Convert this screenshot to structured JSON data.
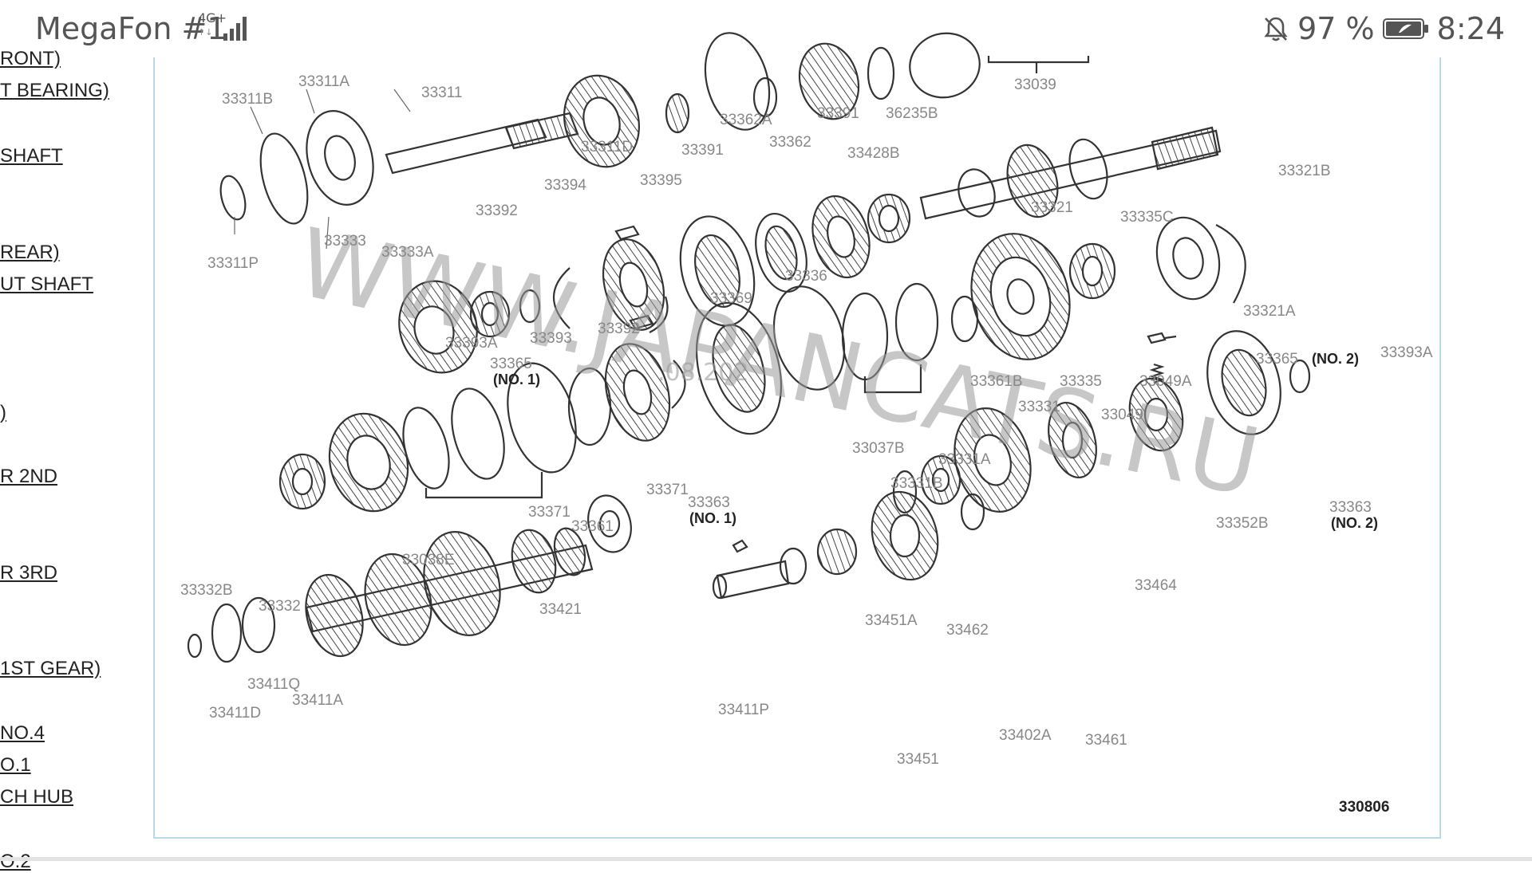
{
  "status_bar": {
    "carrier": "MegaFon #1",
    "network": "4G+",
    "network_sub": "↑↓",
    "battery_percent": "97 %",
    "time": "8:24",
    "icons": [
      "signal-bars-icon",
      "bell-off-icon",
      "battery-icon"
    ]
  },
  "left_links": [
    "RONT)",
    "T BEARING)",
    "SHAFT",
    "REAR)",
    "UT SHAFT",
    ")",
    "R 2ND",
    "R 3RD",
    "1ST GEAR)",
    "NO.4",
    "O.1",
    "CH HUB",
    "O.2"
  ],
  "diagram": {
    "figure_number": "330806",
    "watermark": "WWW.JAPANCATS.RU",
    "watermark_date": ".08.202",
    "parts": {
      "p33311B": "33311B",
      "p33311A": "33311A",
      "p33311": "33311",
      "p33311D": "33311D",
      "p33391a": "33391",
      "p33362A": "33362A",
      "p33362": "33362",
      "p33391b": "33391",
      "p36235B": "36235B",
      "p33039": "33039",
      "p33311P": "33311P",
      "p33394": "33394",
      "p33395": "33395",
      "p33428B": "33428B",
      "p33321": "33321",
      "p33321B": "33321B",
      "p33333": "33333",
      "p33333A": "33333A",
      "p33392a": "33392",
      "p33335C": "33335C",
      "p33393A": "33393A",
      "p33393": "33393",
      "p33392b": "33392",
      "p33369": "33369",
      "p33336": "33336",
      "p33321A": "33321A",
      "p33365n1": "33365",
      "p33365n1sub": "(NO. 1)",
      "p33365n2": "33365",
      "p33365n2sub": "(NO. 2)",
      "p33393A2": "33393A",
      "p33361B": "33361B",
      "p33335": "33335",
      "p33049A": "33049A",
      "p33331": "33331",
      "p33049": "33049",
      "p33037B": "33037B",
      "p33331A": "33331A",
      "p33331B": "33331B",
      "p33371a": "33371",
      "p33371b": "33371",
      "p33361": "33361",
      "p33363n1": "33363",
      "p33363n1sub": "(NO. 1)",
      "p33352B": "33352B",
      "p33363n2": "33363",
      "p33363n2sub": "(NO. 2)",
      "p33038E": "33038E",
      "p33332B": "33332B",
      "p33332": "33332",
      "p33421": "33421",
      "p33464": "33464",
      "p33451A": "33451A",
      "p33462": "33462",
      "p33411Q": "33411Q",
      "p33411A": "33411A",
      "p33411D": "33411D",
      "p33411P": "33411P",
      "p33402A": "33402A",
      "p33461": "33461",
      "p33451": "33451"
    }
  }
}
